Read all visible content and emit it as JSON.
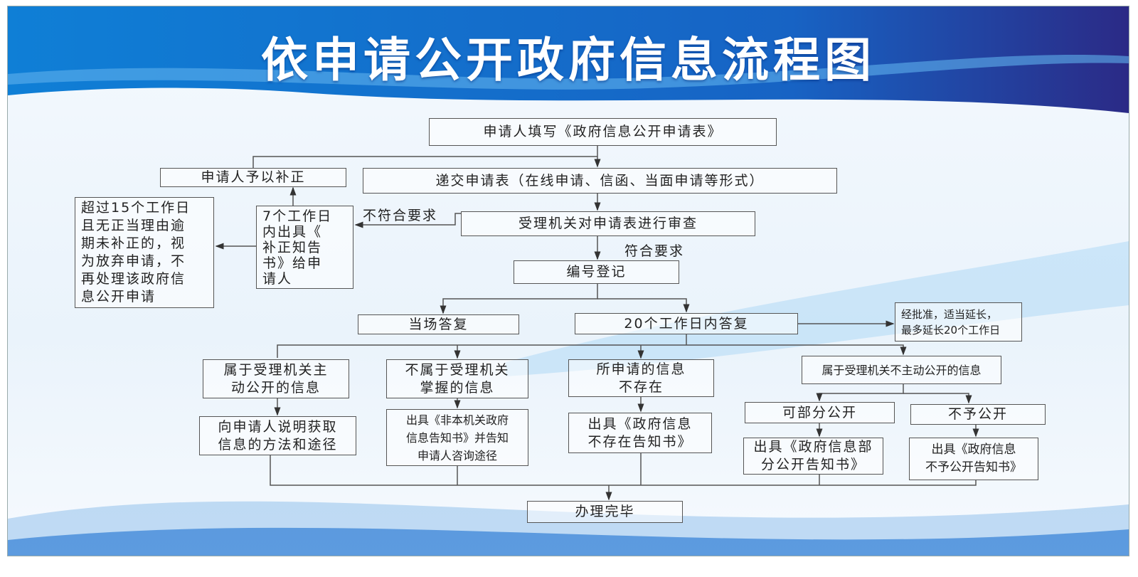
{
  "title": "依申请公开政府信息流程图",
  "nodes": {
    "fill_form": "申请人填写《政府信息公开申请表》",
    "submit": "递交申请表（在线申请、信函、当面申请等形式）",
    "supplement": "申请人予以补正",
    "overdue": "超过15个工作日\n且无正当理由逾\n期未补正的，视\n为放弃申请，不\n再处理该政府信\n息公开申请",
    "notice_7days": "7个工作日\n内出具《\n补正知告\n书》给申\n请人",
    "review": "受理机关对申请表进行审查",
    "register": "编号登记",
    "reply_onsite": "当场答复",
    "reply_20days": "20个工作日内答复",
    "extension": "经批准，适当延长，\n最多延长20个工作日",
    "active_public": "属于受理机关主\n动公开的信息",
    "not_held": "不属于受理机关\n掌握的信息",
    "not_exist": "所申请的信息\n不存在",
    "not_active": "属于受理机关不主动公开的信息",
    "explain_method": "向申请人说明获取\n信息的方法和途径",
    "notice_not_held": "出具《非本机关政府\n信息告知书》并告知\n申请人咨询途径",
    "notice_not_exist": "出具《政府信息\n不存在告知书》",
    "partial": "可部分公开",
    "refuse": "不予公开",
    "notice_partial": "出具《政府信息部\n分公开告知书》",
    "notice_refuse": "出具《政府信息\n不予公开告知书》",
    "done": "办理完毕"
  },
  "labels": {
    "not_meet": "不符合要求",
    "meet": "符合要求"
  },
  "colors": {
    "header_blue": "#1a6fd0",
    "header_dark": "#2a2f8a"
  }
}
